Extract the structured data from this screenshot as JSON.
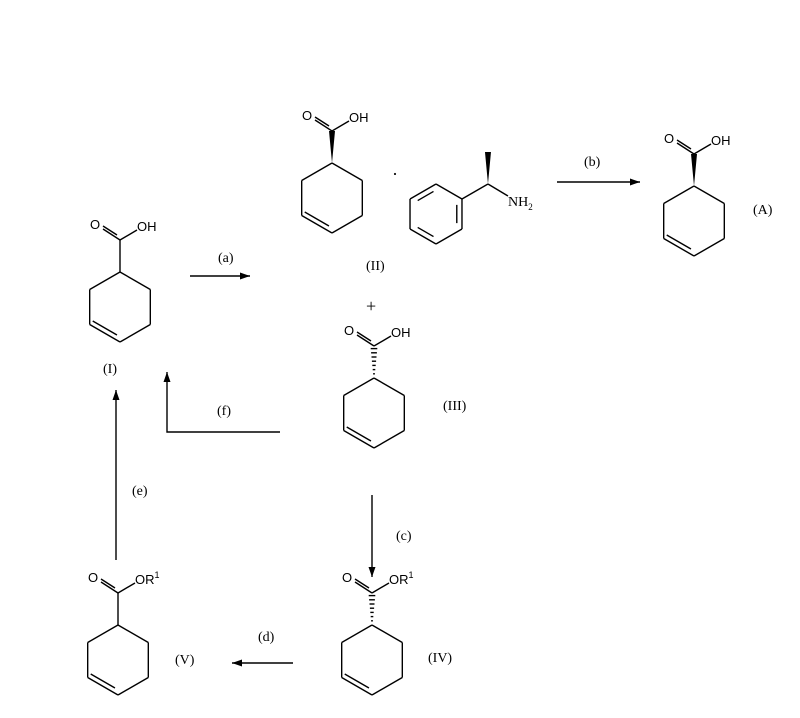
{
  "compounds": {
    "I": {
      "label": "(I)",
      "acid_o": "O",
      "acid_oh": "OH",
      "stereo": "none"
    },
    "II": {
      "label": "(II)",
      "acid_o": "O",
      "acid_oh": "OH",
      "stereo": "wedge"
    },
    "A": {
      "label": "(A)",
      "acid_o": "O",
      "acid_oh": "OH",
      "stereo": "wedge"
    },
    "III": {
      "label": "(III)",
      "acid_o": "O",
      "acid_oh": "OH",
      "stereo": "hash"
    },
    "IV": {
      "label": "(IV)",
      "acid_o": "O",
      "acid_oh": "OR",
      "sup": "1",
      "stereo": "hash"
    },
    "V": {
      "label": "(V)",
      "acid_o": "O",
      "acid_oh": "OR",
      "sup": "1",
      "stereo": "none"
    }
  },
  "amine": {
    "nh": "NH",
    "sub": "2"
  },
  "salt_dot": "·",
  "plus": "+",
  "steps": {
    "a": "(a)",
    "b": "(b)",
    "c": "(c)",
    "d": "(d)",
    "e": "(e)",
    "f": "(f)"
  }
}
